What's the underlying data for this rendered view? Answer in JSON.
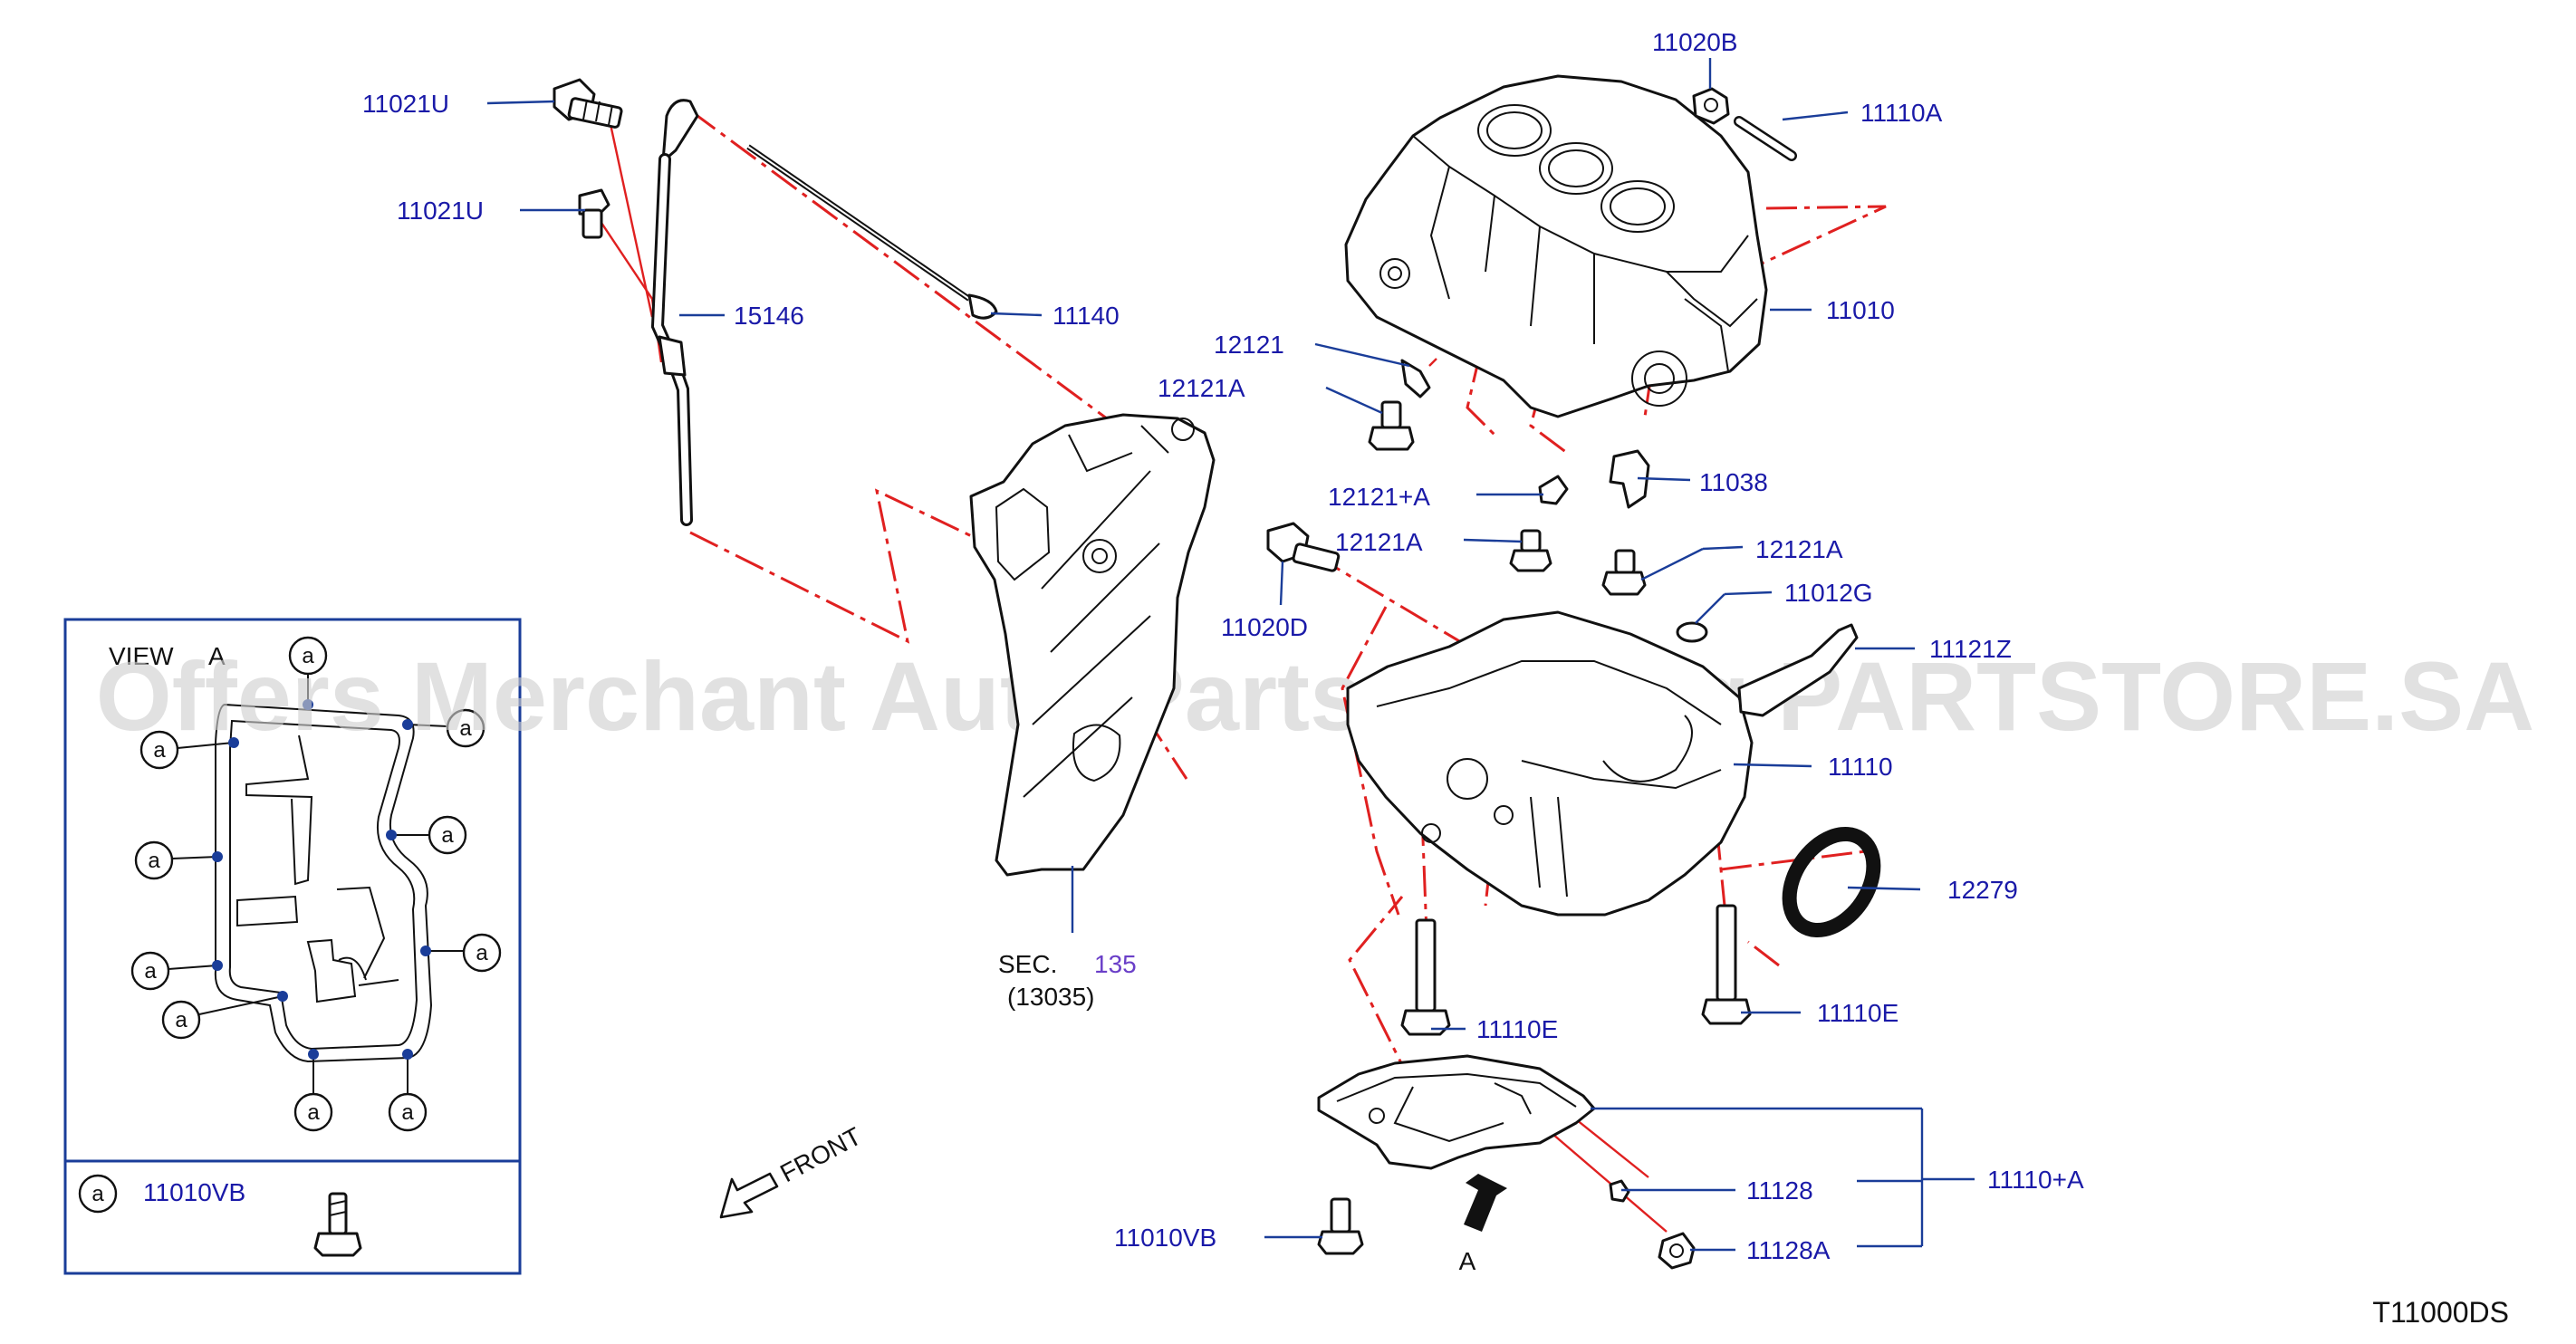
{
  "view_label": "VIEW",
  "view_letter": "A",
  "legend": {
    "marker": "a",
    "part": "11010VB"
  },
  "circle_marker": "a",
  "arrow_label": "A",
  "front_label": "FRONT",
  "section": {
    "prefix": "SEC.",
    "number": "135",
    "sub": "(13035)"
  },
  "diagram_code": "T11000DS",
  "watermark": "Offers Merchant Auto Parts Catalog PARTSTORE.SA",
  "parts": {
    "p11021u_a": "11021U",
    "p11021u_b": "11021U",
    "p15146": "15146",
    "p11140": "11140",
    "p11020b": "11020B",
    "p11110a": "11110A",
    "p11010": "11010",
    "p12121": "12121",
    "p12121a_1": "12121A",
    "p11038": "11038",
    "p12121pa": "12121+A",
    "p12121a_2": "12121A",
    "p12121a_3": "12121A",
    "p11020d": "11020D",
    "p11012g": "11012G",
    "p11121z": "11121Z",
    "p11110": "11110",
    "p12279": "12279",
    "p11110e_1": "11110E",
    "p11110e_2": "11110E",
    "p11128": "11128",
    "p11110pa": "11110+A",
    "p11128a": "11128A",
    "p11010vb": "11010VB"
  }
}
